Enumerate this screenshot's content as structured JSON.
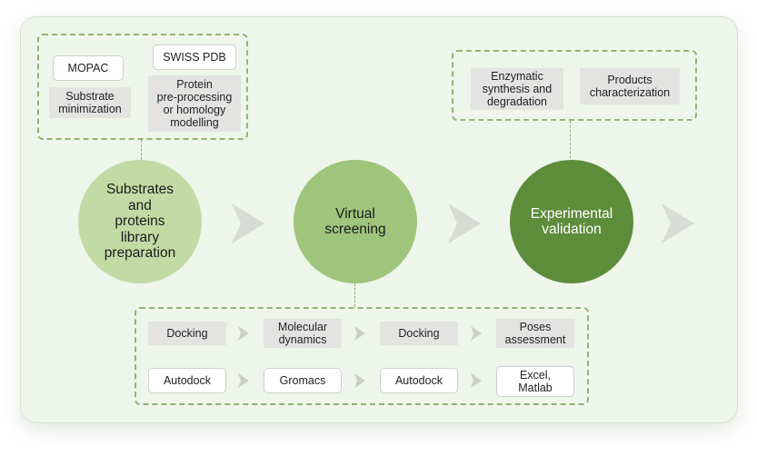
{
  "preparation_tools": {
    "mopac": "MOPAC",
    "substrate_minimization": "Substrate\nminimization",
    "swiss_pdb": "SWISS PDB",
    "protein_preprocessing": "Protein\npre-processing\nor homology\nmodelling"
  },
  "stages": {
    "preparation": "Substrates\nand\nproteins\nlibrary\npreparation",
    "virtual_screening": "Virtual\nscreening",
    "experimental_validation": "Experimental\nvalidation"
  },
  "validation_steps": {
    "enzymatic": "Enzymatic\nsynthesis and\ndegradation",
    "products": "Products\ncharacterization"
  },
  "screening_steps": [
    "Docking",
    "Molecular\ndynamics",
    "Docking",
    "Poses\nassessment"
  ],
  "screening_tools": [
    "Autodock",
    "Gromacs",
    "Autodock",
    "Excel,\nMatlab"
  ],
  "colors": {
    "card_bg": "#eef5ea",
    "dashed_border": "#8fb577",
    "stage_light": "#c2dba5",
    "stage_mid": "#9fc57c",
    "stage_dark": "#5d8c3b",
    "arrow": "#d7dcd6"
  }
}
